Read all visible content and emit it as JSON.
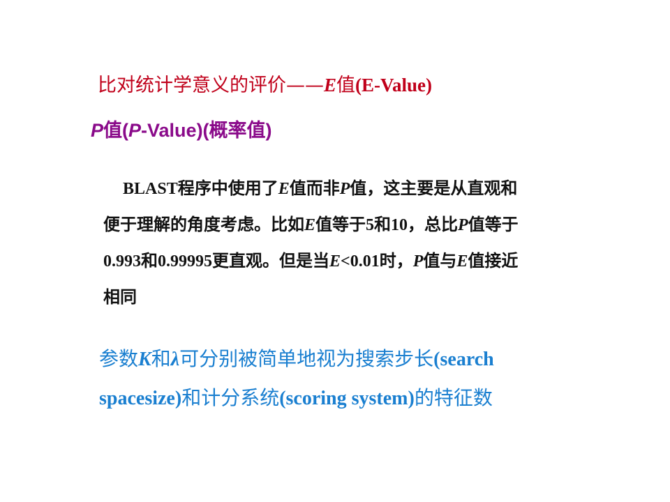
{
  "heading": {
    "line1_prefix": "比对统计学意义的评价——",
    "line1_e": "E",
    "line1_value": "值",
    "line1_suffix": "(E-Value)",
    "line2_p": "P",
    "line2_value": "值",
    "line2_open": "(",
    "line2_p2": "P",
    "line2_suffix": "-Value)(概率值)"
  },
  "paragraph": {
    "l1_a": "BLAST程序中使用了",
    "l1_e": "E",
    "l1_b": "值而非",
    "l1_p": "P",
    "l1_c": "值，这主要是从直观和",
    "l2_a": "便于理解的角度考虑。比如",
    "l2_e": "E",
    "l2_b": "值等于5和10，总比",
    "l2_p": "P",
    "l2_c": "值等于",
    "l3_a": "0.993和0.99995更直观。但是当",
    "l3_e": "E",
    "l3_b": "<0.01时，",
    "l3_p": "P",
    "l3_c": "值与",
    "l3_e2": "E",
    "l3_d": "值接近",
    "l4": "相同"
  },
  "params": {
    "l1_a": "参数",
    "l1_k": "K",
    "l1_b": "和",
    "l1_lambda": "λ",
    "l1_c": "可分别被简单地视为搜索步长",
    "l1_d": "(search",
    "l2_a": "spacesize)",
    "l2_b": "和计分系统",
    "l2_c": "(scoring system)",
    "l2_d": "的特征数"
  },
  "colors": {
    "heading1": "#c0001a",
    "heading2": "#8a0a8a",
    "body": "#111111",
    "params": "#1a7fd0"
  }
}
